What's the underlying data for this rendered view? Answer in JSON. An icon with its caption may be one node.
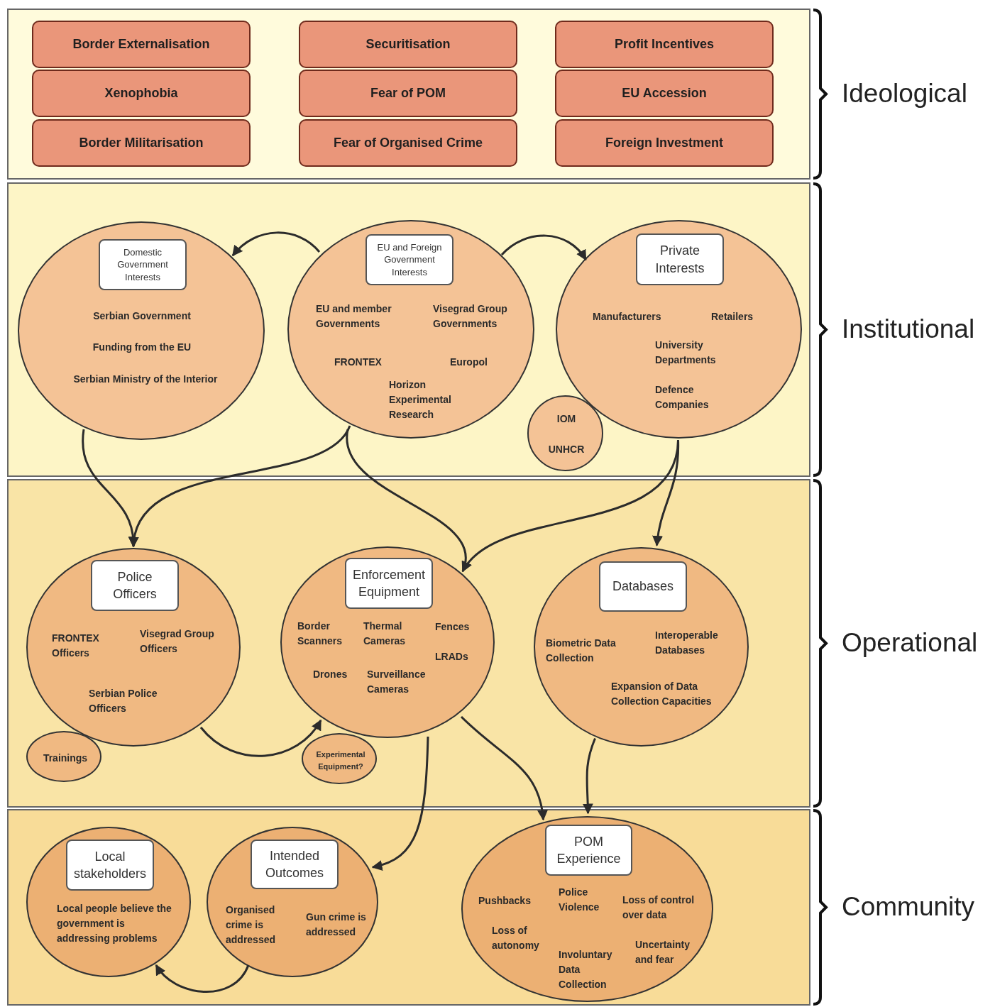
{
  "diagram": {
    "nodes": [
      {
        "text": [
          "Ideological"
        ]
      },
      {
        "text": [
          "Border Externalisation"
        ],
        "in": 0
      },
      {
        "text": [
          "Securitisation"
        ],
        "in": 0
      },
      {
        "text": [
          "Profit Incentives"
        ],
        "in": 0
      },
      {
        "text": [
          "Xenophobia"
        ],
        "in": 0
      },
      {
        "text": [
          "Fear of POM"
        ],
        "in": 0
      },
      {
        "text": [
          "EU Accession"
        ],
        "in": 0
      },
      {
        "text": [
          "Border Militarisation"
        ],
        "in": 0
      },
      {
        "text": [
          "Fear of Organised Crime"
        ],
        "in": 0
      },
      {
        "text": [
          "Foreign Investment"
        ],
        "in": 0
      },
      {
        "text": [
          "Institutional"
        ]
      },
      {
        "text": [
          "Serbian Government",
          "Funding from the EU",
          "Serbian Ministry of the Interior"
        ],
        "in": 10
      },
      {
        "text": [
          "Domestic Government Interests"
        ],
        "in": 11
      },
      {
        "text": [
          "EU and member Governments",
          "Visegrad Group Governments",
          "FRONTEX",
          "Europol",
          "Horizon Experimental Research"
        ],
        "in": 10
      },
      {
        "text": [
          "EU and Foreign Government Interests"
        ],
        "in": 13
      },
      {
        "text": [
          "Manufacturers",
          "Retailers",
          "University Departments",
          "Defence Companies"
        ],
        "in": 10
      },
      {
        "text": [
          "Private Interests"
        ],
        "in": 15
      },
      {
        "text": [
          "IOM",
          "UNHCR"
        ],
        "in": 10
      },
      {
        "text": [
          "Operational"
        ]
      },
      {
        "text": [
          "FRONTEX Officers",
          "Visegrad Group Officers",
          "Serbian Police Officers"
        ],
        "in": 18
      },
      {
        "text": [
          "Police Officers"
        ],
        "in": 19
      },
      {
        "text": [
          "Border Scanners",
          "Thermal Cameras",
          "Fences",
          "LRADs",
          "Drones",
          "Surveillance Cameras"
        ],
        "in": 18
      },
      {
        "text": [
          "Enforcement Equipment"
        ],
        "in": 21
      },
      {
        "text": [
          "Biometric Data Collection",
          "Interoperable Databases",
          "Expansion of Data Collection Capacities"
        ],
        "in": 18
      },
      {
        "text": [
          "Databases"
        ],
        "in": 23
      },
      {
        "text": [
          "Trainings"
        ],
        "in": 18
      },
      {
        "text": [
          "Experimental Equipment?"
        ],
        "in": 18
      },
      {
        "text": [
          "Community"
        ]
      },
      {
        "text": [
          "Local people believe the government is addressing problems"
        ],
        "in": 27
      },
      {
        "text": [
          "Local stakeholders"
        ],
        "in": 28
      },
      {
        "text": [
          "Organised crime is addressed",
          "Gun crime is addressed"
        ],
        "in": 27
      },
      {
        "text": [
          "Intended Outcomes"
        ],
        "in": 30
      },
      {
        "text": [
          "Pushbacks",
          "Police Violence",
          "Loss of control over data",
          "Loss of autonomy",
          "Uncertainty and fear",
          "Involuntary Data Collection"
        ],
        "in": 27
      },
      {
        "text": [
          "POM Experience"
        ],
        "in": 32
      }
    ],
    "edges": [
      {
        "from": 13,
        "to": 11,
        "arrow": "to"
      },
      {
        "from": 13,
        "to": 15,
        "arrow": "to"
      },
      {
        "from": 11,
        "to": 19,
        "arrow": "to"
      },
      {
        "from": 13,
        "to": 19,
        "arrow": "to"
      },
      {
        "from": 13,
        "to": 21,
        "arrow": "to"
      },
      {
        "from": 15,
        "to": 21,
        "arrow": "to"
      },
      {
        "from": 15,
        "to": 23,
        "arrow": "to"
      },
      {
        "from": 19,
        "to": 21,
        "arrow": "to"
      },
      {
        "from": 21,
        "to": 30,
        "arrow": "to"
      },
      {
        "from": 21,
        "to": 32,
        "arrow": "to"
      },
      {
        "from": 23,
        "to": 32,
        "arrow": "to"
      },
      {
        "from": 30,
        "to": 28,
        "arrow": "to"
      }
    ]
  }
}
